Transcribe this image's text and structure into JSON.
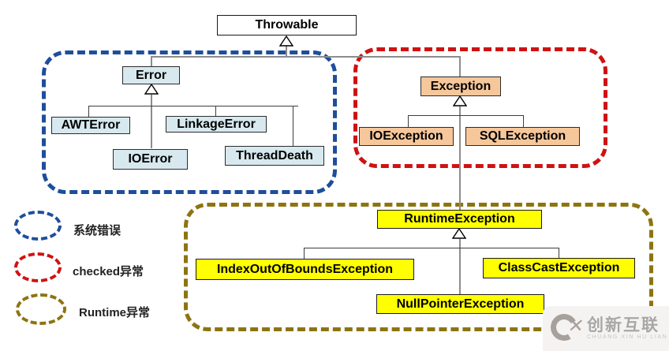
{
  "diagram": {
    "title_root": "Throwable",
    "nodes": {
      "throwable": {
        "label": "Throwable"
      },
      "error": {
        "label": "Error"
      },
      "awt_error": {
        "label": "AWTError"
      },
      "linkage_error": {
        "label": "LinkageError"
      },
      "io_error": {
        "label": "IOError"
      },
      "thread_death": {
        "label": "ThreadDeath"
      },
      "exception": {
        "label": "Exception"
      },
      "io_exception": {
        "label": "IOException"
      },
      "sql_exception": {
        "label": "SQLException"
      },
      "runtime_exception": {
        "label": "RuntimeException"
      },
      "index_out_of_bounds_exception": {
        "label": "IndexOutOfBoundsException"
      },
      "class_cast_exception": {
        "label": "ClassCastException"
      },
      "null_pointer_exception": {
        "label": "NullPointerException"
      }
    },
    "groups": {
      "system_error": {
        "color": "#1e4e9c"
      },
      "checked_exception": {
        "color": "#cf1211"
      },
      "runtime_exception": {
        "color": "#8d7411"
      }
    }
  },
  "legend": {
    "system_error": {
      "label": "系统错误",
      "color": "#1e4e9c"
    },
    "checked": {
      "label": "checked异常",
      "color": "#cf1211"
    },
    "runtime": {
      "label": "Runtime异常",
      "color": "#8d7411"
    }
  },
  "watermark": {
    "brand": "创新互联",
    "subtitle": "CHUANG XIN HU LIAN"
  },
  "colors": {
    "error_fill": "#d7e9ef",
    "exception_fill": "#f6c79b",
    "runtime_fill": "#ffff00",
    "root_fill": "#ffffff",
    "connector": "#8c8c8c"
  }
}
